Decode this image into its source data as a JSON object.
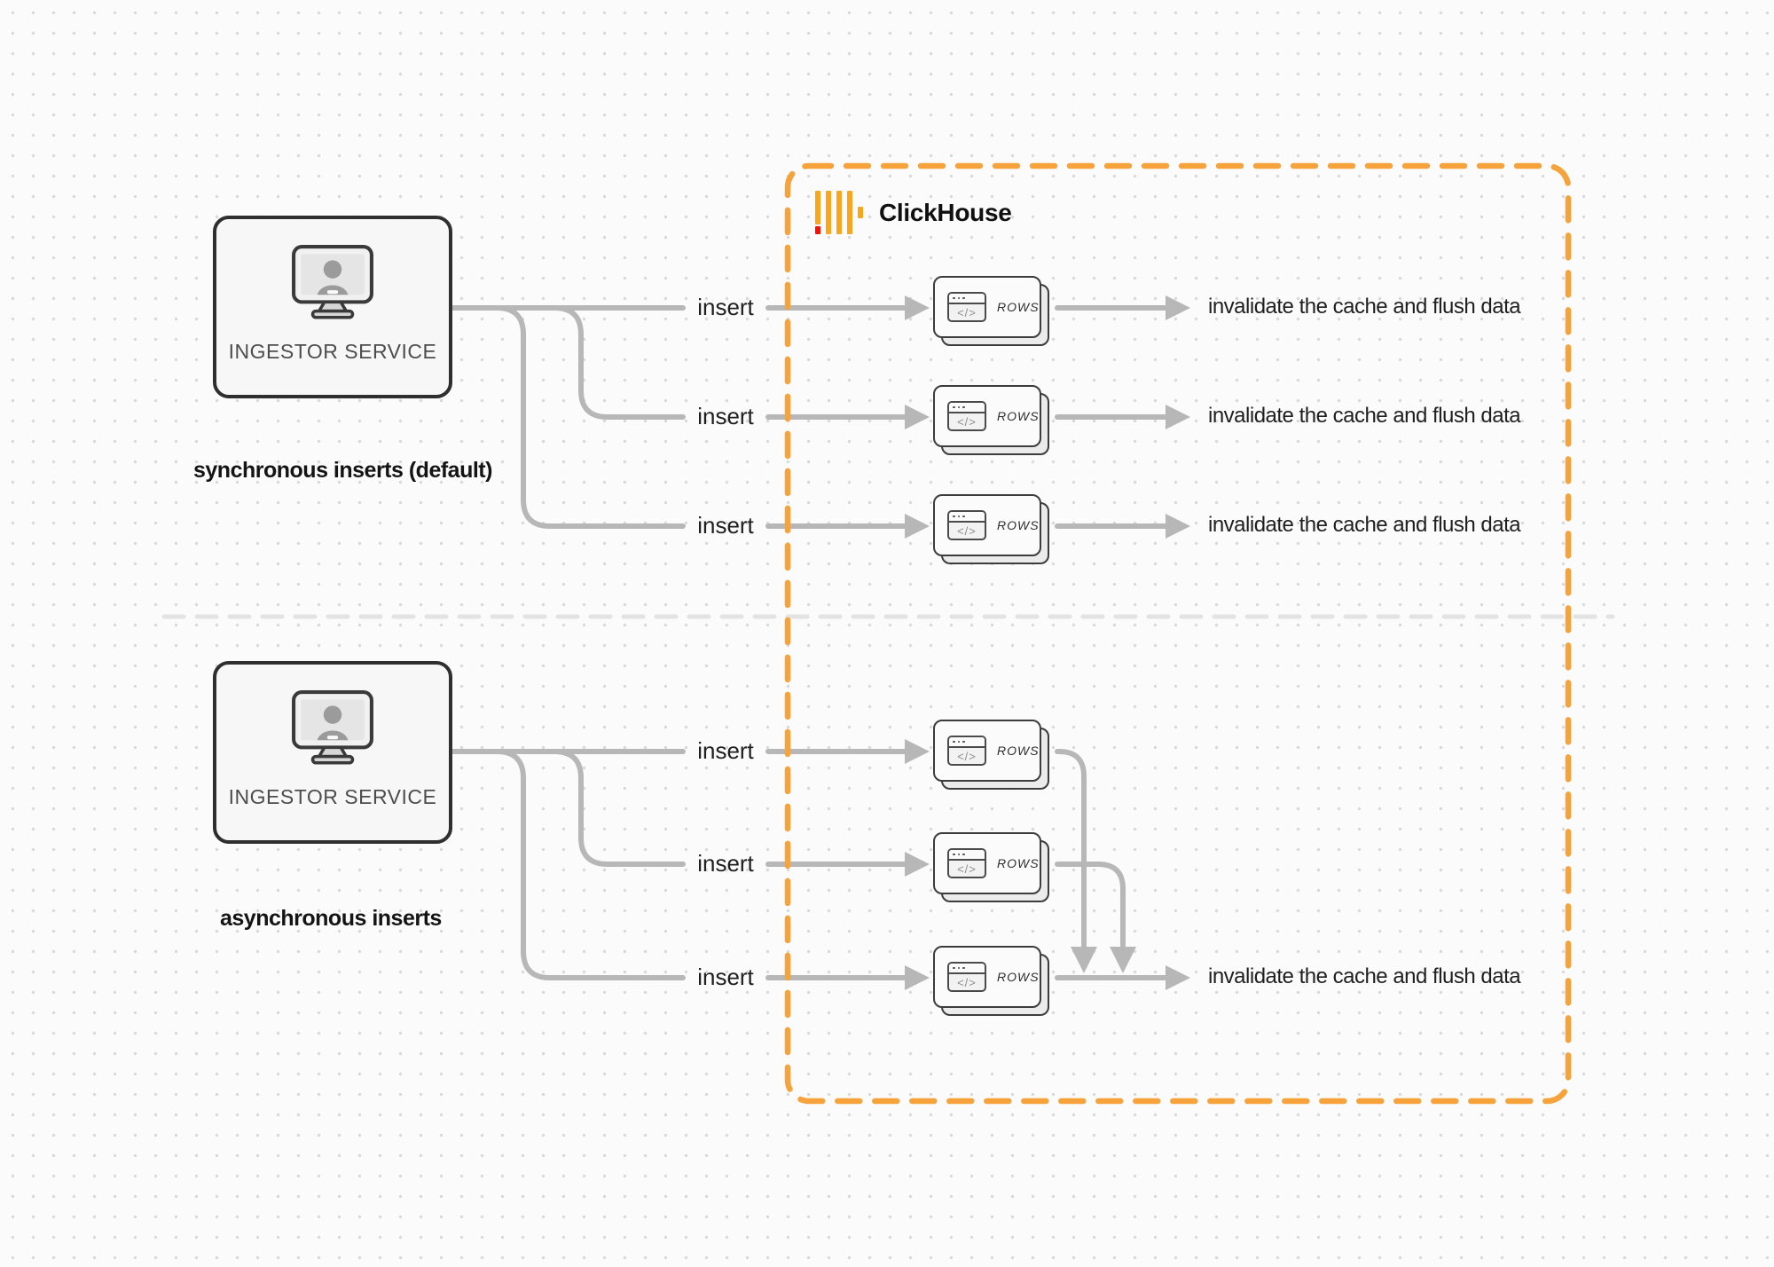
{
  "diagram": {
    "clickhouse": {
      "wordmark": "ClickHouse"
    },
    "sync": {
      "service_label": "INGESTOR SERVICE",
      "caption": "synchronous inserts (default)",
      "rows": [
        {
          "insert_label": "insert",
          "card_label": "ROWS",
          "result_label": "invalidate the cache and flush data"
        },
        {
          "insert_label": "insert",
          "card_label": "ROWS",
          "result_label": "invalidate the cache and flush data"
        },
        {
          "insert_label": "insert",
          "card_label": "ROWS",
          "result_label": "invalidate the cache and flush data"
        }
      ]
    },
    "async": {
      "service_label": "INGESTOR SERVICE",
      "caption": "asynchronous inserts",
      "rows": [
        {
          "insert_label": "insert",
          "card_label": "ROWS"
        },
        {
          "insert_label": "insert",
          "card_label": "ROWS"
        },
        {
          "insert_label": "insert",
          "card_label": "ROWS"
        }
      ],
      "result_label": "invalidate the cache and flush data"
    },
    "glyphs": {
      "code_window": "</>"
    },
    "colors": {
      "accent_orange": "#F6A33B",
      "logo_bar": "#F9A61F",
      "logo_red": "#FA0F00",
      "wire_gray": "#B7B7B7",
      "divider_gray": "#E3E3E3",
      "text_dark": "#1C1C1C"
    }
  }
}
